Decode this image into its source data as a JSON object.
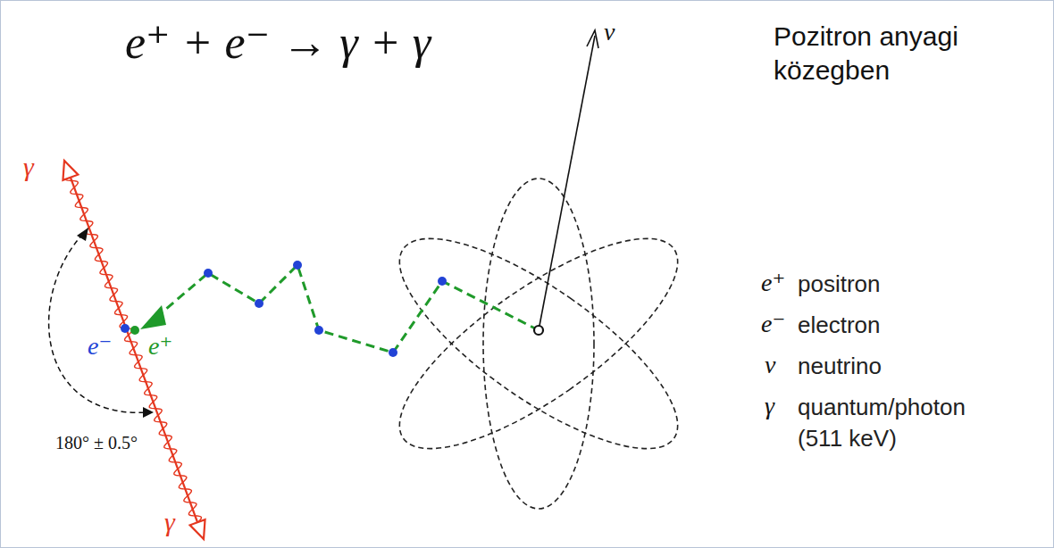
{
  "diagram": {
    "title": "Pozitron anyagi közegben",
    "labels": [
      "e⁺ + e⁻ → γ + γ",
      "ν",
      "γ",
      "γ",
      "e⁻",
      "e⁺",
      "180° ± 0.5°",
      "e⁺",
      "e⁻",
      "ν",
      "γ"
    ],
    "legend": [
      {
        "text": "positron"
      },
      {
        "text": "electron"
      },
      {
        "text": "neutrino"
      },
      {
        "text": "quantum/photon (511 keV)"
      }
    ]
  }
}
